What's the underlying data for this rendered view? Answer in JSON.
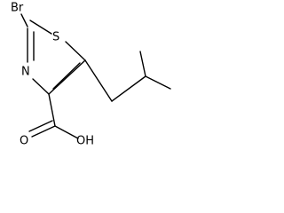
{
  "molecule": {
    "atoms": {
      "bromine": "Br",
      "ring_nitrogen": "N",
      "ring_sulfur": "S",
      "carbonyl_oxygen": "O",
      "hydroxyl": "OH"
    }
  }
}
